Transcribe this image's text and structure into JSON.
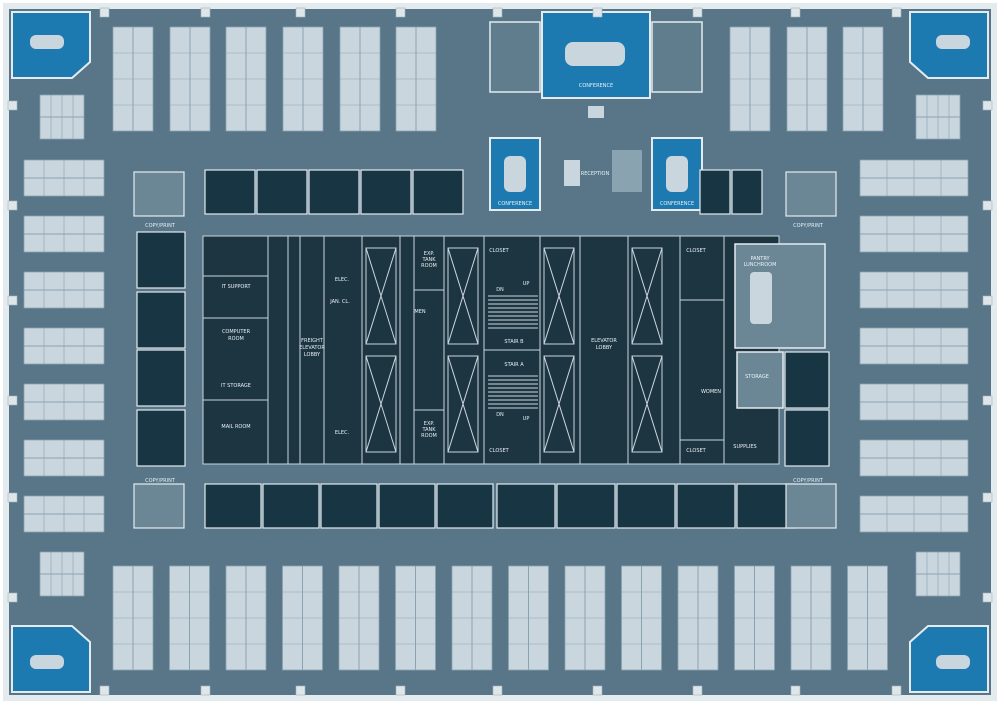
{
  "colors": {
    "background": "#ffffff",
    "floor": "#587687",
    "core": "#1d3540",
    "core_line": "#c9d6de",
    "cube": "#c9d6de",
    "cube_edge": "#8aa3b1",
    "office_dark": "#173542",
    "conference_blue": "#1d7ab1",
    "wall": "#e4ebef",
    "column": "#dfe6ea"
  },
  "labels": {
    "conference_top": "CONFERENCE",
    "conference_left": "CONFERENCE",
    "conference_right": "CONFERENCE",
    "reception": "RECEPTION",
    "copyprint_tl": "COPY/PRINT",
    "copyprint_bl": "COPY/PRINT",
    "copyprint_tr": "COPY/PRINT",
    "copyprint_br": "COPY/PRINT",
    "it_support": "IT SUPPORT",
    "computer_room_1": "COMPUTER",
    "computer_room_2": "ROOM",
    "it_storage": "IT STORAGE",
    "mail_room": "MAIL ROOM",
    "freight_1": "FREIGHT",
    "freight_2": "ELEVATOR",
    "freight_3": "LOBBY",
    "elec_top": "ELEC.",
    "elec_bottom": "ELEC.",
    "jan": "JAN. CL.",
    "exp_tank_top_1": "EXP.",
    "exp_tank_top_2": "TANK",
    "exp_tank_top_3": "ROOM",
    "exp_tank_bot_1": "EXP.",
    "exp_tank_bot_2": "TANK",
    "exp_tank_bot_3": "ROOM",
    "men": "MEN",
    "closet_1": "CLOSET",
    "closet_2": "CLOSET",
    "closet_3": "CLOSET",
    "closet_4": "CLOSET",
    "stair_b": "STAIR B",
    "stair_a": "STAIR A",
    "dn_top": "DN",
    "up_top": "UP",
    "dn_bot": "DN",
    "up_bot": "UP",
    "elevator_1": "ELEVATOR",
    "elevator_2": "LOBBY",
    "women": "WOMEN",
    "pantry_1": "PANTRY",
    "pantry_2": "LUNCHROOM",
    "storage": "STORAGE",
    "supplies": "SUPPLIES"
  }
}
